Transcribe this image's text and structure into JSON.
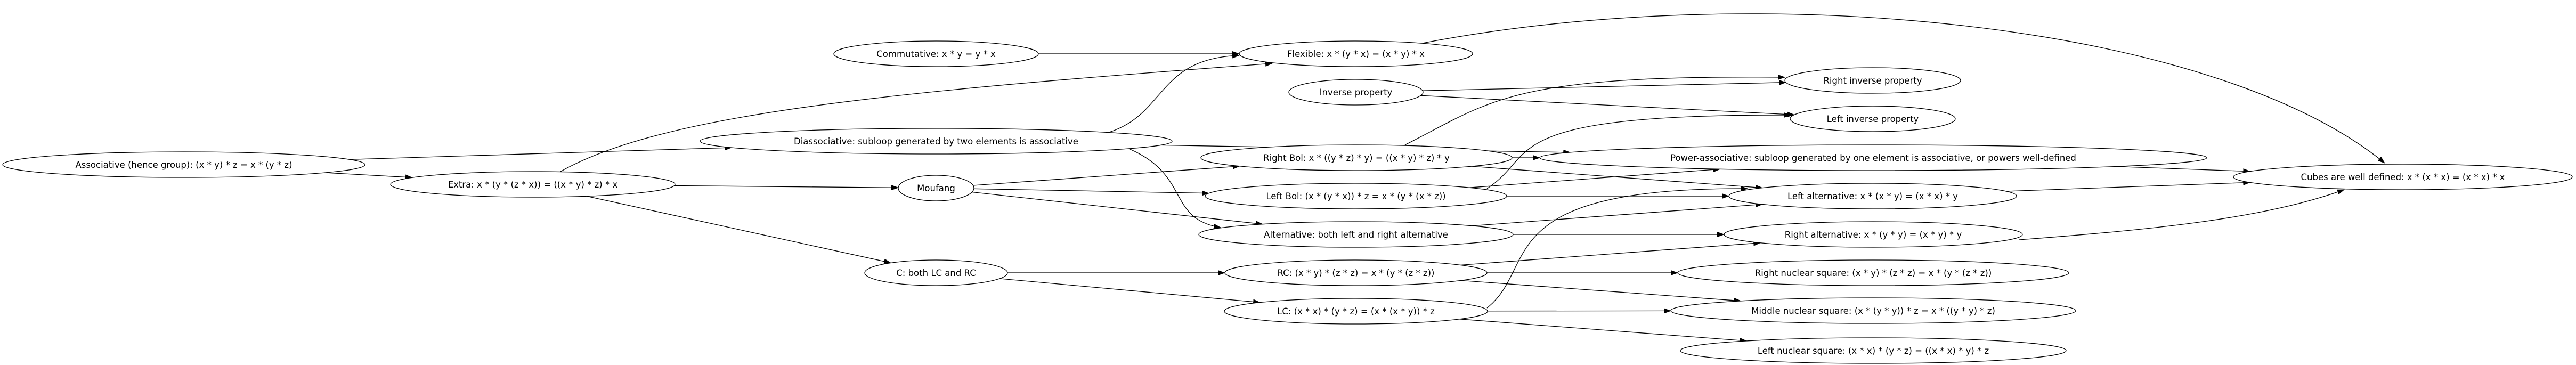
{
  "diagram": {
    "type": "directed-graph",
    "colors": {
      "stroke": "#000000",
      "fill": "#ffffff",
      "text": "#000000"
    },
    "nodes": [
      {
        "id": "assoc",
        "label": "Associative (hence group): (x * y) * z = x * (y * z)"
      },
      {
        "id": "extra",
        "label": "Extra: x * (y * (z * x)) = ((x * y) * z) * x"
      },
      {
        "id": "comm",
        "label": "Commutative: x * y = y * x"
      },
      {
        "id": "diass",
        "label": "Diassociative: subloop generated by two elements is associative"
      },
      {
        "id": "moufang",
        "label": "Moufang"
      },
      {
        "id": "c",
        "label": "C: both LC and RC"
      },
      {
        "id": "flex",
        "label": "Flexible: x * (y * x) = (x * y) * x"
      },
      {
        "id": "inv",
        "label": "Inverse property"
      },
      {
        "id": "rbol",
        "label": "Right Bol: x * ((y * z) * y) = ((x * y) * z) * y"
      },
      {
        "id": "lbol",
        "label": "Left Bol: (x * (y * x)) * z = x * (y * (x * z))"
      },
      {
        "id": "alt",
        "label": "Alternative: both left and right alternative"
      },
      {
        "id": "rc",
        "label": "RC: (x * y) * (z * z) = x * (y * (z * z))"
      },
      {
        "id": "lc",
        "label": "LC: (x * x) * (y * z) = (x * (x * y)) * z"
      },
      {
        "id": "rinv",
        "label": "Right inverse property"
      },
      {
        "id": "linv",
        "label": "Left inverse property"
      },
      {
        "id": "power",
        "label": "Power-associative: subloop generated by one element is associative, or powers well-defined"
      },
      {
        "id": "lalt",
        "label": "Left alternative: x * (x * y) = (x * x) * y"
      },
      {
        "id": "ralt",
        "label": "Right alternative: x * (y * y) = (x * y) * y"
      },
      {
        "id": "rnuc",
        "label": "Right nuclear square: (x * y) * (z * z) = x * (y * (z * z))"
      },
      {
        "id": "mnuc",
        "label": "Middle nuclear square: (x * (y * y)) * z = x * ((y * y) * z)"
      },
      {
        "id": "lnuc",
        "label": "Left nuclear square: (x * x) * (y * z) = ((x * x) * y) * z"
      },
      {
        "id": "cubes",
        "label": "Cubes are well defined: x * (x * x) = (x * x) * x"
      }
    ],
    "edges": [
      [
        "assoc",
        "extra"
      ],
      [
        "assoc",
        "diass"
      ],
      [
        "comm",
        "flex"
      ],
      [
        "extra",
        "flex"
      ],
      [
        "extra",
        "moufang"
      ],
      [
        "extra",
        "c"
      ],
      [
        "diass",
        "flex"
      ],
      [
        "diass",
        "power"
      ],
      [
        "diass",
        "alt"
      ],
      [
        "flex",
        "cubes"
      ],
      [
        "inv",
        "rinv"
      ],
      [
        "inv",
        "linv"
      ],
      [
        "moufang",
        "rbol"
      ],
      [
        "moufang",
        "lbol"
      ],
      [
        "moufang",
        "alt"
      ],
      [
        "rbol",
        "rinv"
      ],
      [
        "rbol",
        "power"
      ],
      [
        "rbol",
        "lalt"
      ],
      [
        "lbol",
        "linv"
      ],
      [
        "lbol",
        "power"
      ],
      [
        "lbol",
        "lalt"
      ],
      [
        "alt",
        "lalt"
      ],
      [
        "alt",
        "ralt"
      ],
      [
        "c",
        "rc"
      ],
      [
        "c",
        "lc"
      ],
      [
        "rc",
        "ralt"
      ],
      [
        "rc",
        "rnuc"
      ],
      [
        "rc",
        "mnuc"
      ],
      [
        "lc",
        "lalt"
      ],
      [
        "lc",
        "mnuc"
      ],
      [
        "lc",
        "lnuc"
      ],
      [
        "power",
        "cubes"
      ],
      [
        "lalt",
        "cubes"
      ],
      [
        "ralt",
        "cubes"
      ]
    ]
  }
}
